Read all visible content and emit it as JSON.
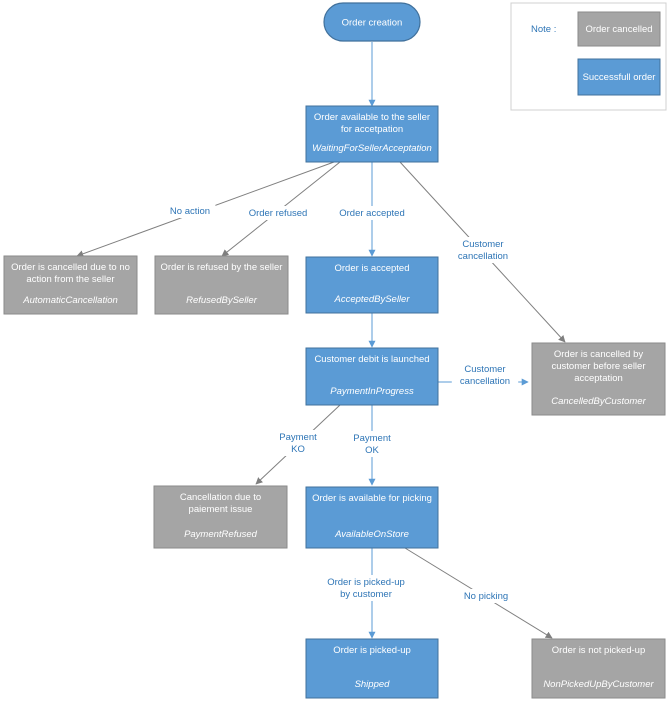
{
  "colors": {
    "success": "#5b9bd5",
    "success_border": "#41719c",
    "cancelled": "#a5a5a5",
    "cancelled_border": "#8a8a8a",
    "edge_blue": "#5b9bd5",
    "edge_gray": "#7f7f7f",
    "label_blue": "#2e75b6"
  },
  "legend": {
    "title": "Note :",
    "cancelled_label": "Order cancelled",
    "success_label": "Successfull order"
  },
  "nodes": {
    "start": {
      "lines": [
        "Order creation"
      ]
    },
    "waiting": {
      "lines": [
        "Order available to the seller",
        "for accetpation"
      ],
      "status": "WaitingForSellerAcceptation"
    },
    "auto_cancel": {
      "lines": [
        "Order is cancelled due to no",
        "action from the seller"
      ],
      "status": "AutomaticCancellation"
    },
    "refused": {
      "lines": [
        "Order is refused by the seller"
      ],
      "status": "RefusedBySeller"
    },
    "accepted": {
      "lines": [
        "Order is accepted"
      ],
      "status": "AcceptedBySeller"
    },
    "cancelled_customer": {
      "lines": [
        "Order is cancelled by",
        "customer before seller",
        "acceptation"
      ],
      "status": "CancelledByCustomer"
    },
    "payment_progress": {
      "lines": [
        "Customer debit is launched"
      ],
      "status": "PaymentInProgress"
    },
    "payment_refused": {
      "lines": [
        "Cancellation due to",
        "paiement issue"
      ],
      "status": "PaymentRefused"
    },
    "available_store": {
      "lines": [
        "Order is available for picking"
      ],
      "status": "AvailableOnStore"
    },
    "shipped": {
      "lines": [
        "Order is picked-up"
      ],
      "status": "Shipped"
    },
    "not_picked": {
      "lines": [
        "Order is not picked-up"
      ],
      "status": "NonPickedUpByCustomer"
    }
  },
  "edges": {
    "no_action": [
      "No action"
    ],
    "order_refused": [
      "Order refused"
    ],
    "order_accepted": [
      "Order accepted"
    ],
    "customer_cancellation_1": [
      "Customer",
      "cancellation"
    ],
    "customer_cancellation_2": [
      "Customer",
      "cancellation"
    ],
    "payment_ko": [
      "Payment",
      "KO"
    ],
    "payment_ok": [
      "Payment",
      "OK"
    ],
    "picked_by_customer": [
      "Order is picked-up",
      "by customer"
    ],
    "no_picking": [
      "No picking"
    ]
  }
}
